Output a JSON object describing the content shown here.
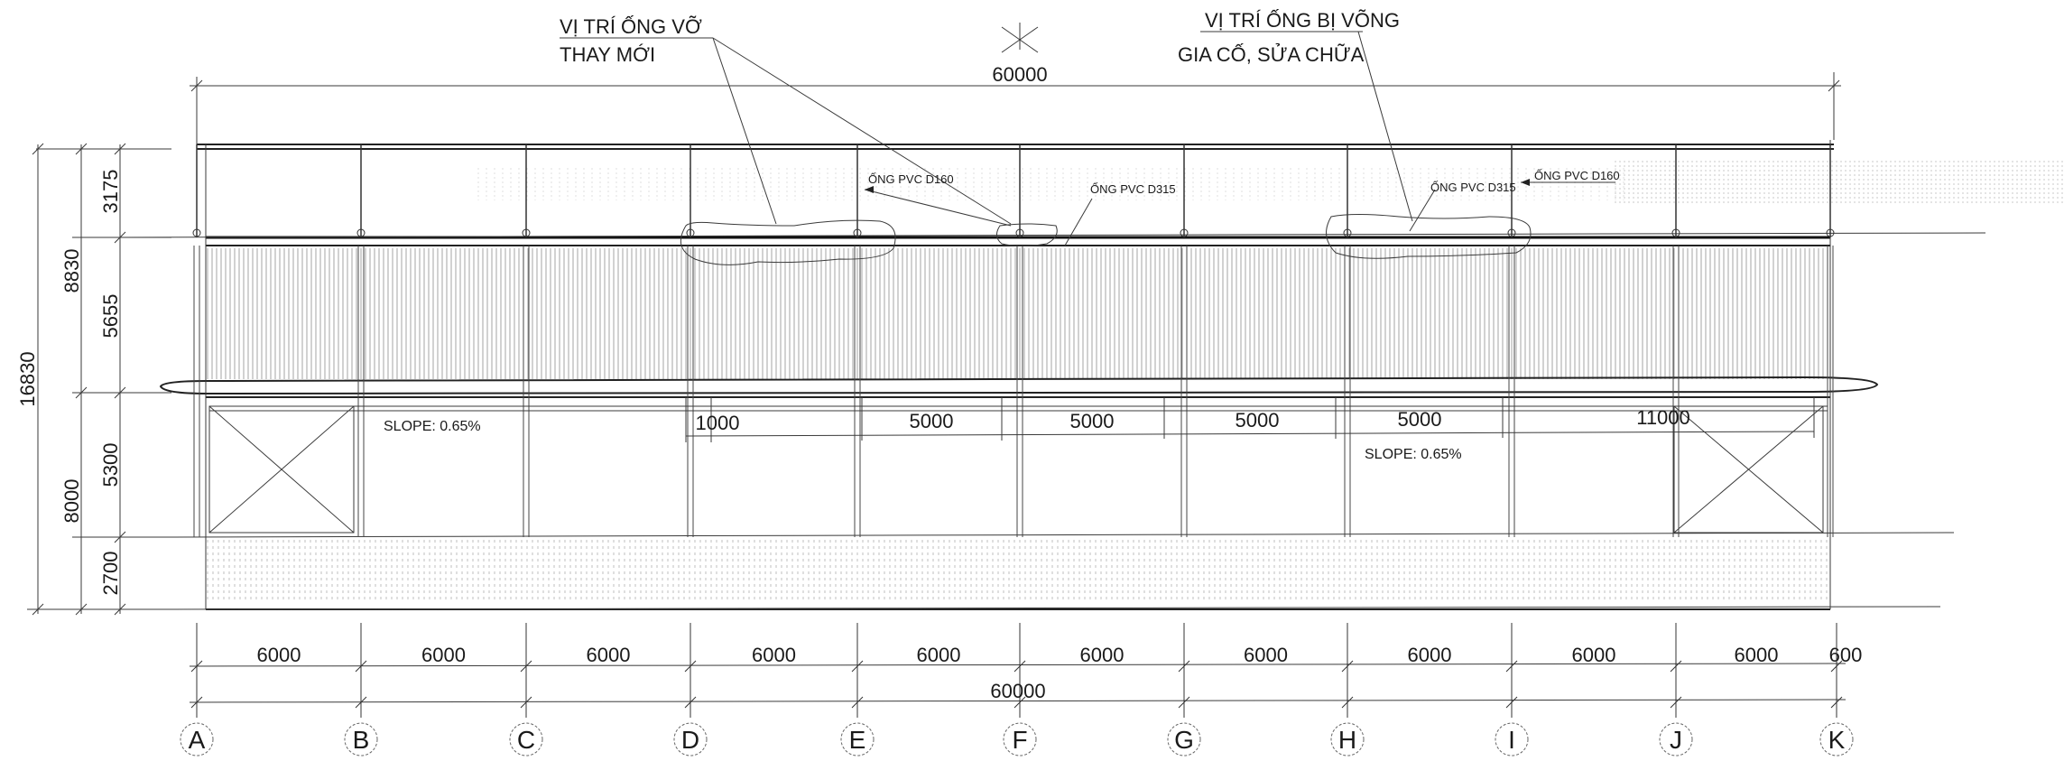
{
  "callouts": {
    "broken_pipe_line1": "VỊ TRÍ ỐNG VỠ",
    "broken_pipe_line2": "THAY MỚI",
    "sagging_pipe_line1": "VỊ TRÍ ỐNG BỊ VÕNG",
    "sagging_pipe_line2": "GIA CỐ, SỬA CHỮA"
  },
  "pipe_labels": {
    "pvc_d160_left": "ỐNG PVC D160",
    "pvc_d315_left": "ỐNG PVC D315",
    "pvc_d315_right": "ỐNG PVC D315",
    "pvc_d160_right": "ỐNG PVC D160"
  },
  "top_overall_dim": "60000",
  "bottom_overall_dim": "60000",
  "left_dims": {
    "d3175": "3175",
    "d5655": "5655",
    "d5300": "5300",
    "d2700": "2700",
    "d8830": "8830",
    "d8000": "8000",
    "d16830": "16830"
  },
  "interior_dims": {
    "d1000": "1000",
    "d5000_a": "5000",
    "d5000_b": "5000",
    "d5000_c": "5000",
    "d5000_d": "5000",
    "d11000": "11000"
  },
  "slope_notes": {
    "left": "SLOPE: 0.65%",
    "right": "SLOPE: 0.65%"
  },
  "bay_dims": [
    "6000",
    "6000",
    "6000",
    "6000",
    "6000",
    "6000",
    "6000",
    "6000",
    "6000",
    "6000",
    "600"
  ],
  "grid_labels": [
    "A",
    "B",
    "C",
    "D",
    "E",
    "F",
    "G",
    "H",
    "I",
    "J",
    "K"
  ]
}
